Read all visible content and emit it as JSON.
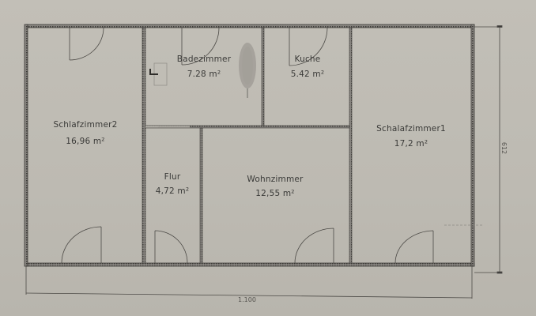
{
  "plan": {
    "rooms": [
      {
        "id": "schlafzimmer2",
        "name": "Schlafzimmer2",
        "area": "16,96 m²"
      },
      {
        "id": "badezimmer",
        "name": "Badezimmer",
        "area": "7.28 m²"
      },
      {
        "id": "kuche",
        "name": "Kuche",
        "area": "5.42 m²"
      },
      {
        "id": "schalafzimmer1",
        "name": "Schalafzimmer1",
        "area": "17,2 m²"
      },
      {
        "id": "flur",
        "name": "Flur",
        "area": "4,72 m²"
      },
      {
        "id": "wohnzimmer",
        "name": "Wohnzimmer",
        "area": "12,55 m²"
      }
    ],
    "dimensions": {
      "width": "1.100",
      "height": "612"
    },
    "colors": {
      "paper": "#bebbb3",
      "wall": "#4a4845",
      "text": "#3a3a38"
    }
  }
}
